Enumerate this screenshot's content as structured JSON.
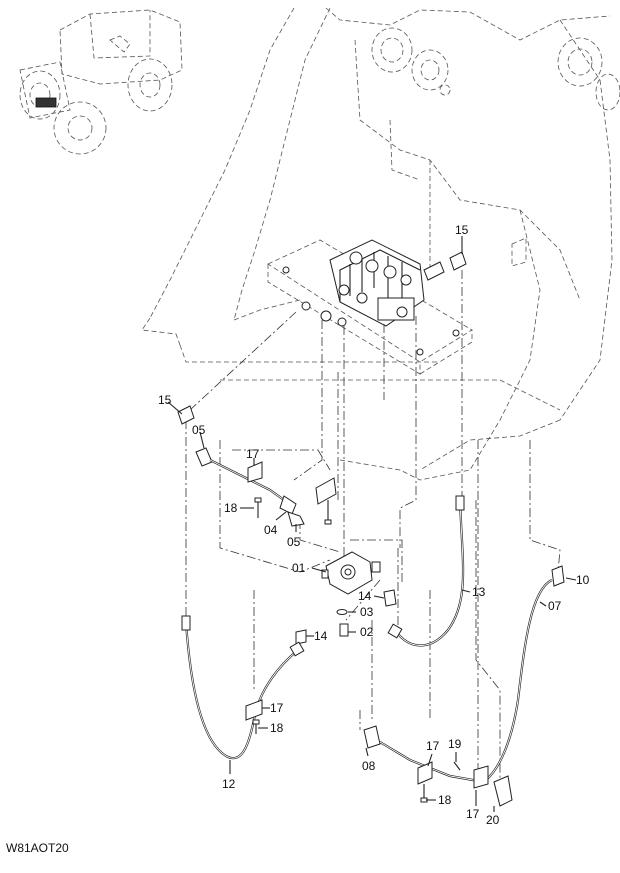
{
  "diagram": {
    "drawing_code": "W81AOT20",
    "callouts": [
      {
        "id": "c15a",
        "text": "15"
      },
      {
        "id": "c15b",
        "text": "15"
      },
      {
        "id": "c05a",
        "text": "05"
      },
      {
        "id": "c17a",
        "text": "17"
      },
      {
        "id": "c18a",
        "text": "18"
      },
      {
        "id": "c04",
        "text": "04"
      },
      {
        "id": "c05b",
        "text": "05"
      },
      {
        "id": "c01",
        "text": "01"
      },
      {
        "id": "c14a",
        "text": "14"
      },
      {
        "id": "c03",
        "text": "03"
      },
      {
        "id": "c14b",
        "text": "14"
      },
      {
        "id": "c02",
        "text": "02"
      },
      {
        "id": "c13",
        "text": "13"
      },
      {
        "id": "c10",
        "text": "10"
      },
      {
        "id": "c07",
        "text": "07"
      },
      {
        "id": "c17b",
        "text": "17"
      },
      {
        "id": "c18b",
        "text": "18"
      },
      {
        "id": "c12",
        "text": "12"
      },
      {
        "id": "c08",
        "text": "08"
      },
      {
        "id": "c17c",
        "text": "17"
      },
      {
        "id": "c19",
        "text": "19"
      },
      {
        "id": "c18c",
        "text": "18"
      },
      {
        "id": "c17d",
        "text": "17"
      },
      {
        "id": "c20",
        "text": "20"
      }
    ]
  }
}
